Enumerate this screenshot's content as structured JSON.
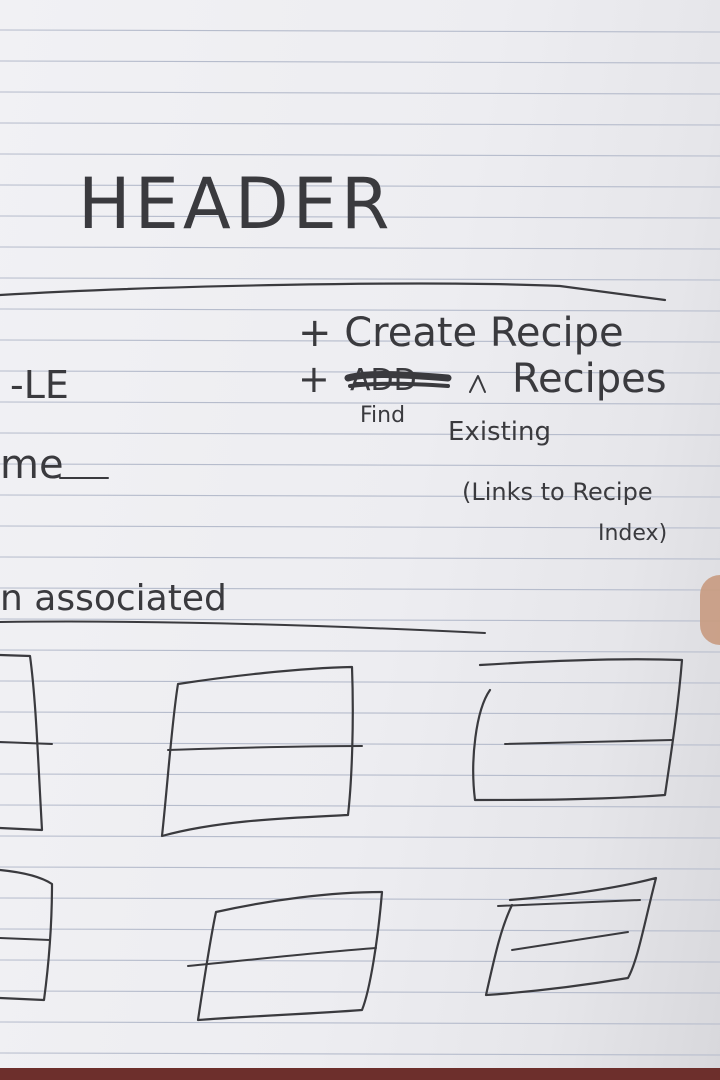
{
  "sketch": {
    "header": "HEADER",
    "left_fragments": [
      "-LE",
      "me",
      "n associated"
    ],
    "create_action": "+ Create Recipe",
    "find_action": {
      "prefix": "+",
      "struck_word": "ADD",
      "inserted_word": "Find",
      "main_text": "Recipes",
      "caret_insert": "Existing",
      "note_line1": "(Links to Recipe",
      "note_line2": "Index)"
    }
  },
  "colors": {
    "ink": "#3a3a3e",
    "paper": "#efeff2",
    "rule": "#b6bccc"
  }
}
